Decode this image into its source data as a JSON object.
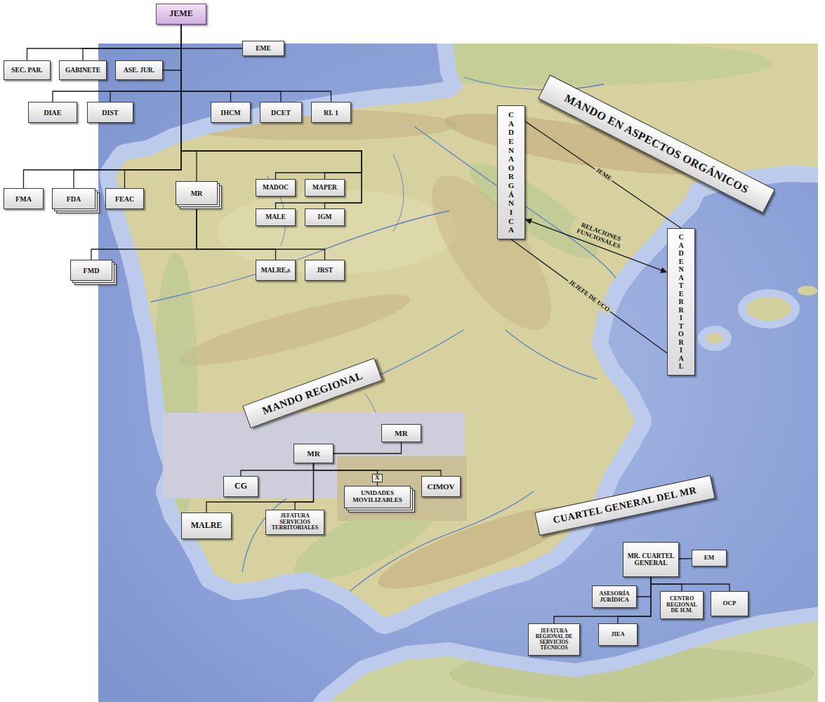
{
  "diagram": {
    "nodes": [
      {
        "text": [
          "JEME"
        ]
      },
      {
        "text": [
          "EME"
        ]
      },
      {
        "text": [
          "SEC. PAR."
        ]
      },
      {
        "text": [
          "GABINETE"
        ]
      },
      {
        "text": [
          "ASE. JUR."
        ]
      },
      {
        "text": [
          "DIAE"
        ]
      },
      {
        "text": [
          "DIST"
        ]
      },
      {
        "text": [
          "IHCM"
        ]
      },
      {
        "text": [
          "DCET"
        ]
      },
      {
        "text": [
          "RI. 1"
        ]
      },
      {
        "text": [
          "FMA"
        ]
      },
      {
        "text": [
          "FDA"
        ]
      },
      {
        "text": [
          "FEAC"
        ]
      },
      {
        "text": [
          "MR"
        ]
      },
      {
        "text": [
          "MADOC"
        ]
      },
      {
        "text": [
          "MAPER"
        ]
      },
      {
        "text": [
          "MALE"
        ]
      },
      {
        "text": [
          "IGM"
        ]
      },
      {
        "text": [
          "FMD"
        ]
      },
      {
        "text": [
          "MALRE,s"
        ]
      },
      {
        "text": [
          "JRST"
        ]
      },
      {
        "text": [
          "MANDO EN ASPECTOS ORGÁNICOS"
        ]
      },
      {
        "text": [
          "CADENA ORGÁNICA"
        ]
      },
      {
        "text": [
          "CADENA TERRITORIAL"
        ]
      },
      {
        "text": [
          "MANDO REGIONAL"
        ]
      },
      {
        "text": [
          "MR"
        ]
      },
      {
        "text": [
          "MR"
        ]
      },
      {
        "text": [
          "CG"
        ]
      },
      {
        "text": [
          "UNIDADES MOVILIZABLES"
        ]
      },
      {
        "text": [
          "CIMOV"
        ]
      },
      {
        "text": [
          "MALRE"
        ]
      },
      {
        "text": [
          "JEFATURA SERVICIOS TERRITORIALES"
        ]
      },
      {
        "text": [
          "CUARTEL GENERAL DEL MR"
        ]
      },
      {
        "text": [
          "MR. CUARTEL GENERAL"
        ]
      },
      {
        "text": [
          "EM"
        ]
      },
      {
        "text": [
          "ASESORÍA JURÍDICA"
        ]
      },
      {
        "text": [
          "CENTRO REGIONAL DE H.M."
        ]
      },
      {
        "text": [
          "OCP"
        ]
      },
      {
        "text": [
          "JEFATURA REGIONAL DE SERVICIOS TÉCNICOS"
        ]
      },
      {
        "text": [
          "JIEA"
        ]
      }
    ],
    "edges": [
      {
        "from": 0,
        "to": 1,
        "arrow": "none"
      },
      {
        "from": 0,
        "to": 2,
        "arrow": "none"
      },
      {
        "from": 0,
        "to": 3,
        "arrow": "none"
      },
      {
        "from": 0,
        "to": 4,
        "arrow": "none"
      },
      {
        "from": 0,
        "to": 5,
        "arrow": "none"
      },
      {
        "from": 0,
        "to": 6,
        "arrow": "none"
      },
      {
        "from": 0,
        "to": 7,
        "arrow": "none"
      },
      {
        "from": 0,
        "to": 8,
        "arrow": "none"
      },
      {
        "from": 0,
        "to": 9,
        "arrow": "none"
      },
      {
        "from": 0,
        "to": 10,
        "arrow": "none"
      },
      {
        "from": 0,
        "to": 11,
        "arrow": "none"
      },
      {
        "from": 0,
        "to": 12,
        "arrow": "none"
      },
      {
        "from": 0,
        "to": 13,
        "arrow": "none"
      },
      {
        "from": 0,
        "to": 14,
        "arrow": "none"
      },
      {
        "from": 0,
        "to": 15,
        "arrow": "none"
      },
      {
        "from": 0,
        "to": 16,
        "arrow": "none"
      },
      {
        "from": 0,
        "to": 17,
        "arrow": "none"
      },
      {
        "from": 13,
        "to": 18,
        "arrow": "none"
      },
      {
        "from": 13,
        "to": 19,
        "arrow": "none"
      },
      {
        "from": 13,
        "to": 20,
        "arrow": "none"
      },
      {
        "from": 22,
        "to": 23,
        "label": "JEME",
        "arrow": "none"
      },
      {
        "from": 22,
        "to": 23,
        "label": "RELACIONES FUNCIONALES",
        "arrow": "both"
      },
      {
        "from": 22,
        "to": 23,
        "label": "JEJEFE DE UCO",
        "arrow": "none"
      },
      {
        "from": 25,
        "to": 26,
        "arrow": "none"
      },
      {
        "from": 25,
        "to": 27,
        "arrow": "none"
      },
      {
        "from": 25,
        "to": 28,
        "label": "X",
        "arrow": "none"
      },
      {
        "from": 25,
        "to": 29,
        "arrow": "none"
      },
      {
        "from": 25,
        "to": 30,
        "arrow": "none"
      },
      {
        "from": 25,
        "to": 31,
        "arrow": "none"
      },
      {
        "from": 33,
        "to": 34,
        "arrow": "none"
      },
      {
        "from": 33,
        "to": 35,
        "arrow": "none"
      },
      {
        "from": 33,
        "to": 36,
        "arrow": "none"
      },
      {
        "from": 33,
        "to": 37,
        "arrow": "none"
      },
      {
        "from": 33,
        "to": 38,
        "arrow": "none"
      },
      {
        "from": 33,
        "to": 39,
        "arrow": "none"
      }
    ]
  }
}
